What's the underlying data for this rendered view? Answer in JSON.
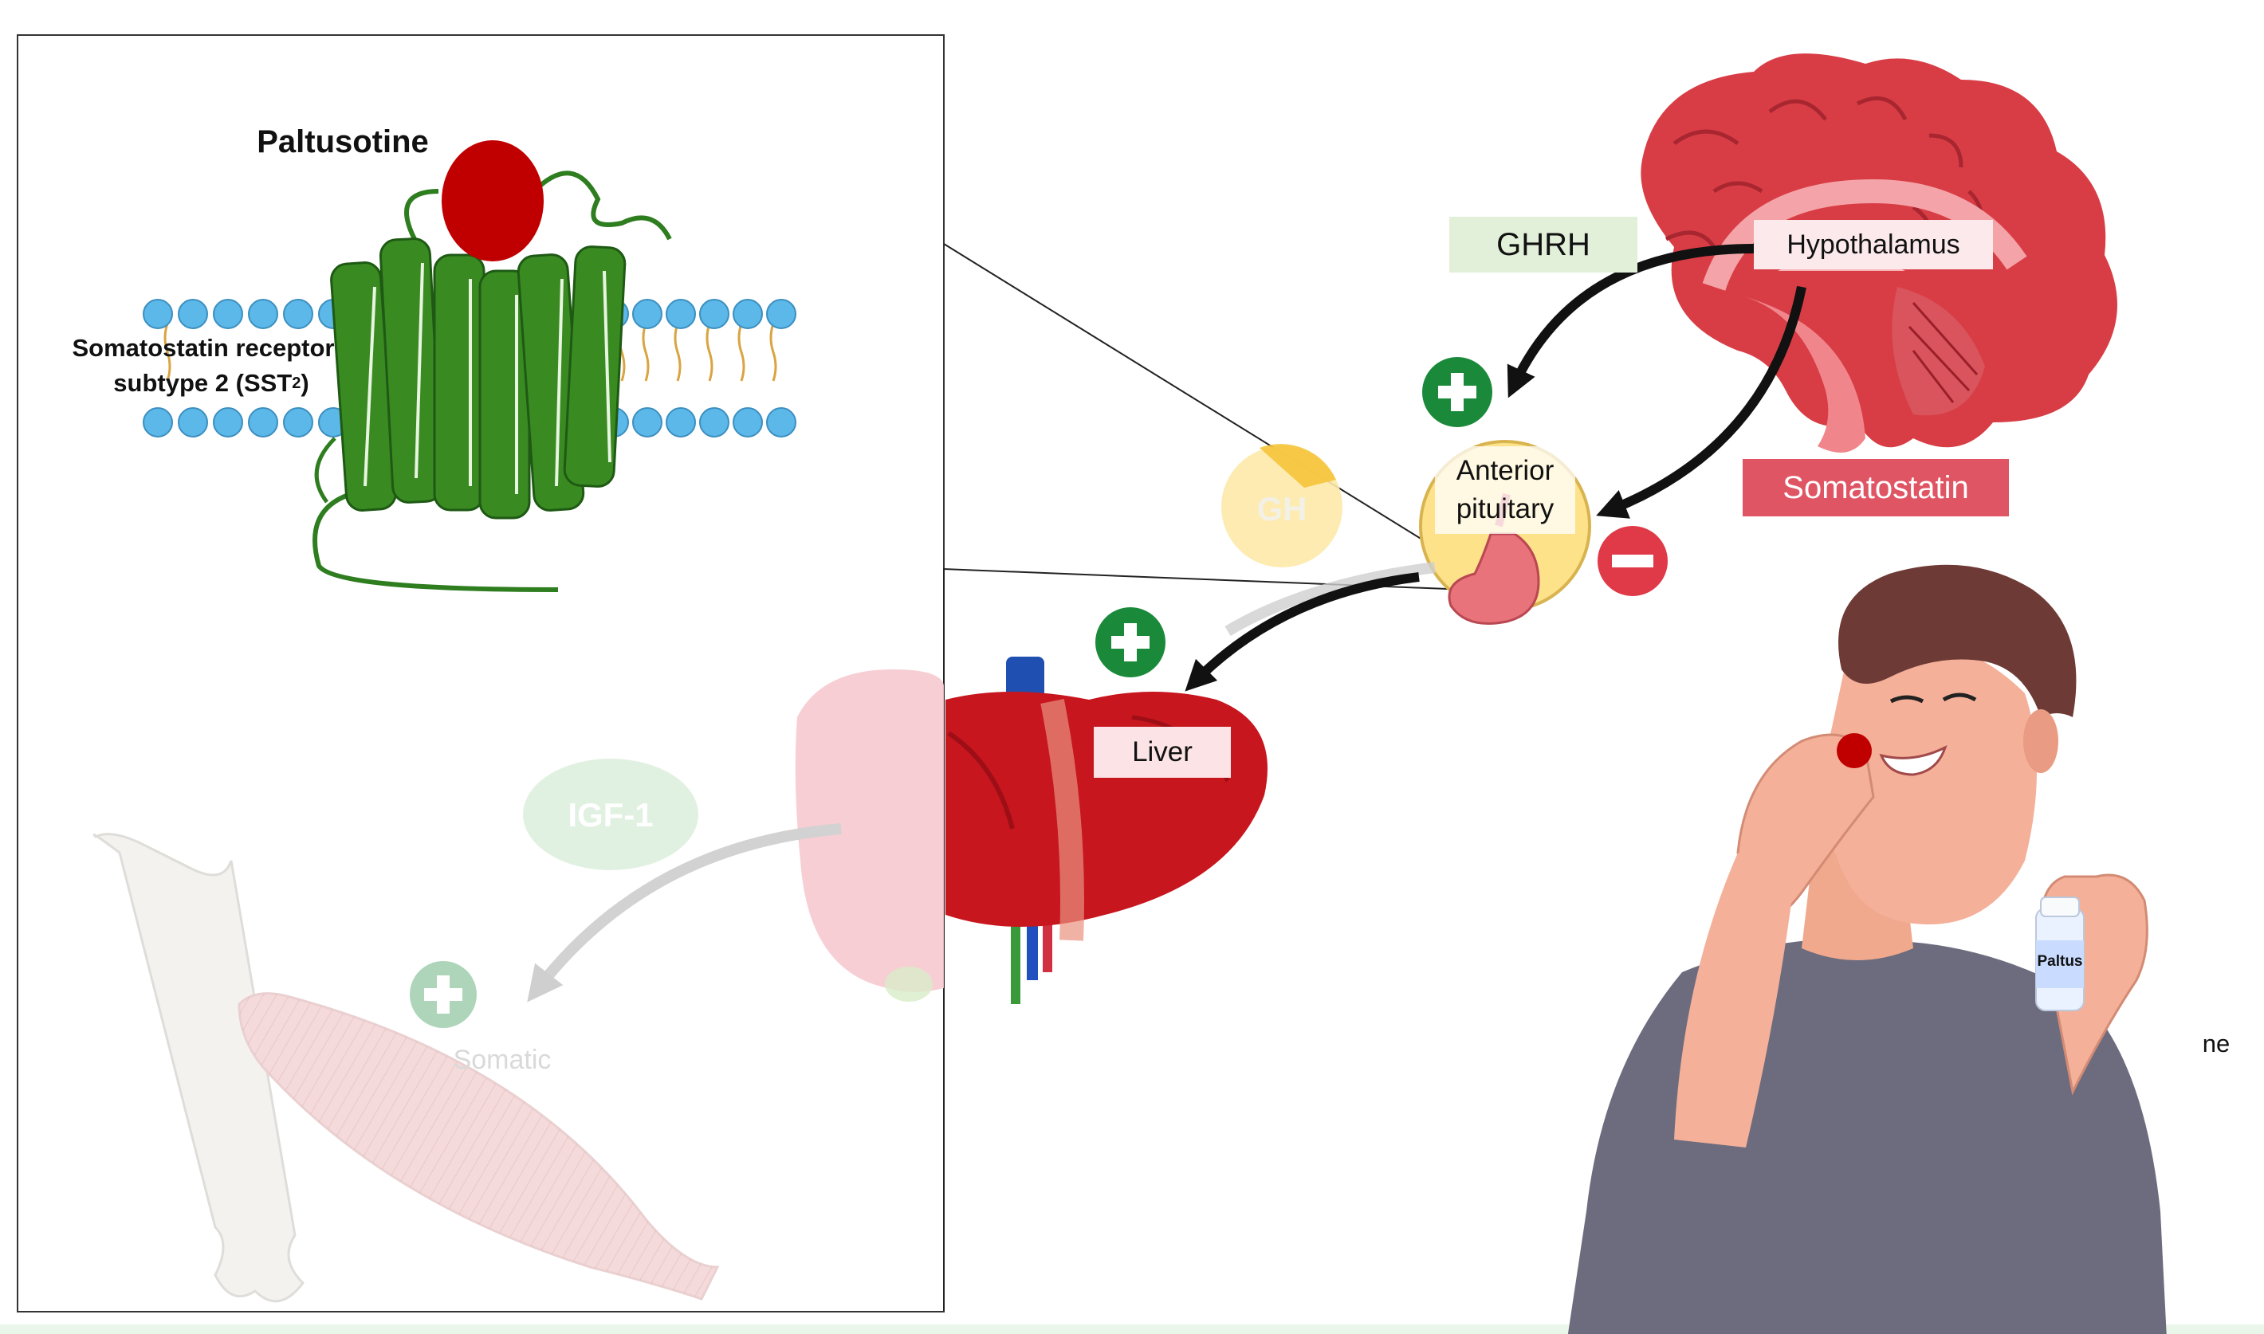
{
  "drug_name": "Paltusotine",
  "receptor_label_line1": "Somatostatin receptor",
  "receptor_label_line2_main": "subtype 2 (SST",
  "receptor_label_line2_sub": "2",
  "receptor_label_line2_end": ")",
  "hypothalamus_label": "Hypothalamus",
  "ghrh_label": "GHRH",
  "somatostatin_label": "Somatostatin",
  "pituitary_label_line1": "Anterior",
  "pituitary_label_line2": "pituitary",
  "gh_label": "GH",
  "liver_label": "Liver",
  "igf1_label": "IGF-1",
  "somatic_label": "Somatic",
  "bottle_label": "Paltus",
  "edge_text": "ne",
  "colors": {
    "stimulation_green": "#1a8a3a",
    "inhibition_red": "#e03a48",
    "drug_red": "#c00000",
    "receptor_green": "#2e7d1f",
    "ghrh_bg": "#e2f0d9",
    "somatostatin_bg": "#e05564",
    "pituitary_yellow": "#fde28a",
    "gh_yellow": "#fde9a8",
    "igf1_bg": "#dcefdc"
  },
  "icons": [
    "plus-icon",
    "minus-icon",
    "arrow-icon",
    "brain-icon",
    "liver-icon",
    "pituitary-icon",
    "bone-icon",
    "muscle-icon",
    "person-icon",
    "pill-bottle-icon"
  ]
}
